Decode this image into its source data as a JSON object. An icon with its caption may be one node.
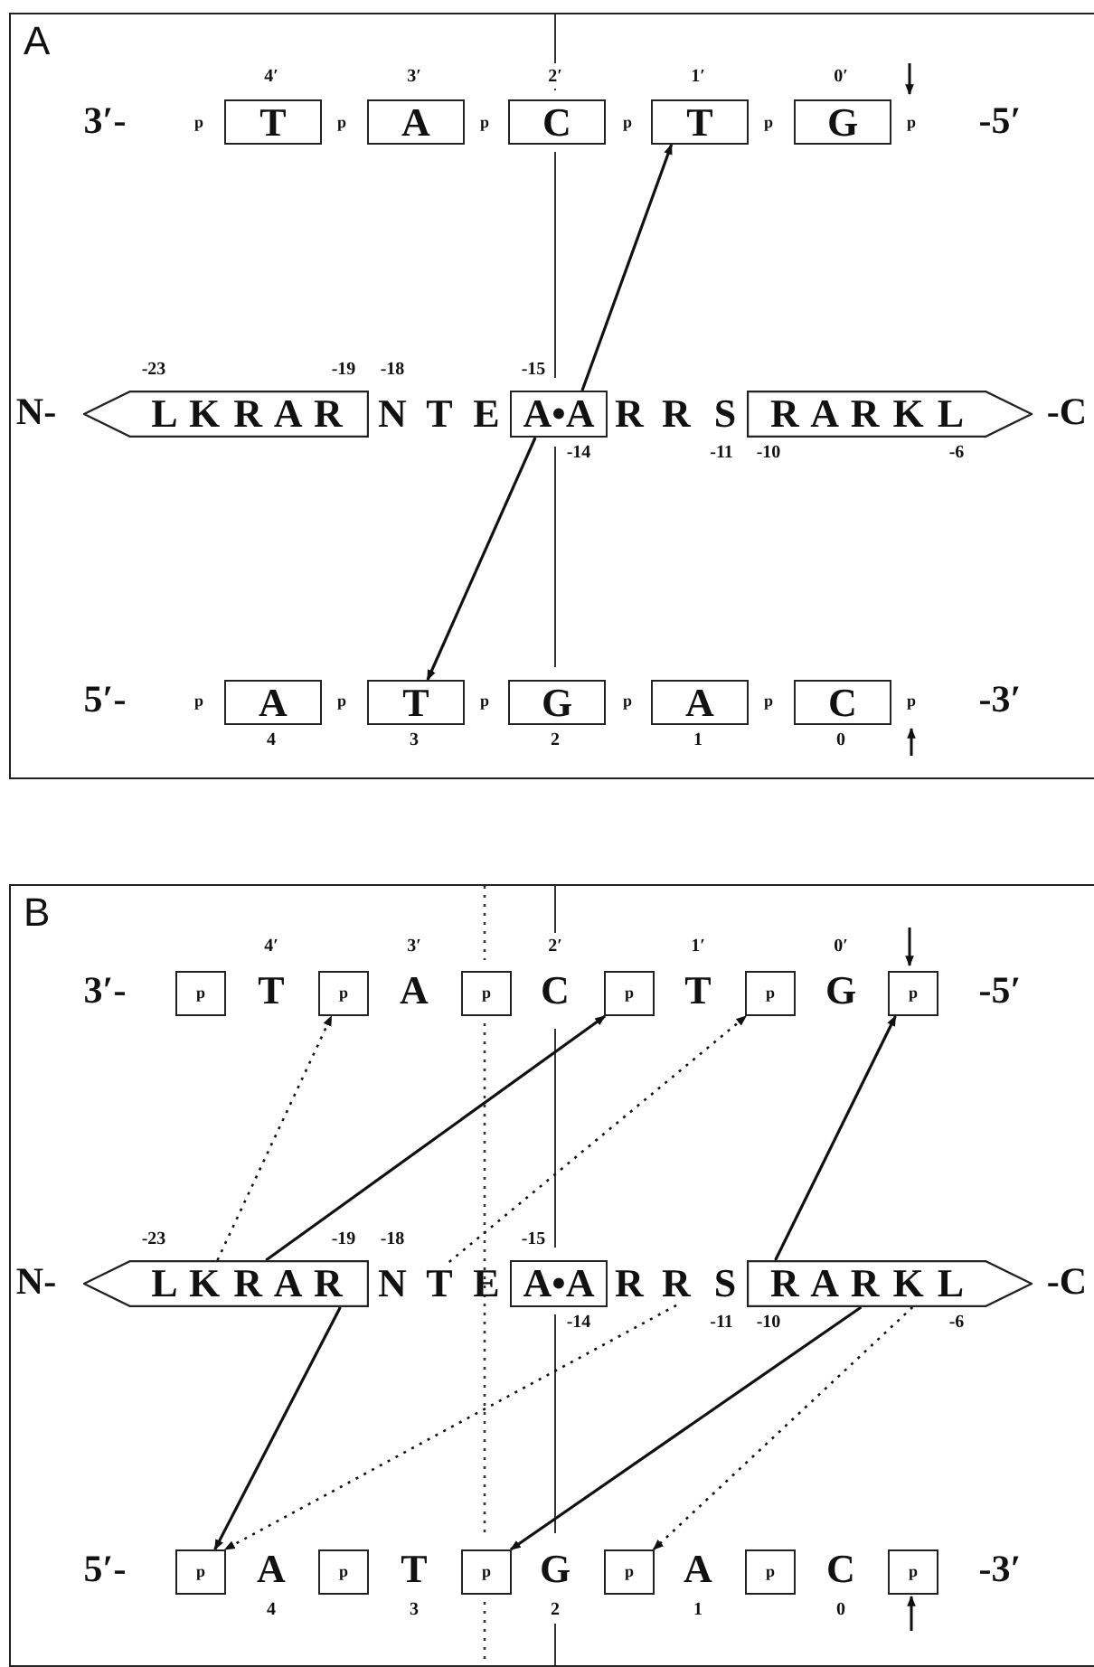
{
  "diagram": {
    "nodes": [
      {
        "text": [
          "A"
        ]
      },
      {
        "text": [
          "T"
        ],
        "in": 0
      },
      {
        "text": [
          "A"
        ],
        "in": 0
      },
      {
        "text": [
          "C"
        ],
        "in": 0
      },
      {
        "text": [
          "T"
        ],
        "in": 0
      },
      {
        "text": [
          "G"
        ],
        "in": 0
      },
      {
        "text": [
          "L K R A R"
        ],
        "in": 0
      },
      {
        "text": [
          "N"
        ],
        "in": 0
      },
      {
        "text": [
          "T"
        ],
        "in": 0
      },
      {
        "text": [
          "E"
        ],
        "in": 0
      },
      {
        "text": [
          "A•A"
        ],
        "in": 0
      },
      {
        "text": [
          "R"
        ],
        "in": 0
      },
      {
        "text": [
          "R"
        ],
        "in": 0
      },
      {
        "text": [
          "S"
        ],
        "in": 0
      },
      {
        "text": [
          "R A R K L"
        ],
        "in": 0
      },
      {
        "text": [
          "A"
        ],
        "in": 0
      },
      {
        "text": [
          "T"
        ],
        "in": 0
      },
      {
        "text": [
          "G"
        ],
        "in": 0
      },
      {
        "text": [
          "A"
        ],
        "in": 0
      },
      {
        "text": [
          "C"
        ],
        "in": 0
      },
      {
        "text": [
          "B"
        ]
      },
      {
        "text": [
          "p"
        ],
        "in": 20
      },
      {
        "text": [
          "p"
        ],
        "in": 20
      },
      {
        "text": [
          "p"
        ],
        "in": 20
      },
      {
        "text": [
          "p"
        ],
        "in": 20
      },
      {
        "text": [
          "p"
        ],
        "in": 20
      },
      {
        "text": [
          "p"
        ],
        "in": 20
      },
      {
        "text": [
          "L K R A R"
        ],
        "in": 20
      },
      {
        "text": [
          "N"
        ],
        "in": 20
      },
      {
        "text": [
          "T"
        ],
        "in": 20
      },
      {
        "text": [
          "E"
        ],
        "in": 20
      },
      {
        "text": [
          "A•A"
        ],
        "in": 20
      },
      {
        "text": [
          "R"
        ],
        "in": 20
      },
      {
        "text": [
          "R"
        ],
        "in": 20
      },
      {
        "text": [
          "S"
        ],
        "in": 20
      },
      {
        "text": [
          "R A R K L"
        ],
        "in": 20
      },
      {
        "text": [
          "p"
        ],
        "in": 20
      },
      {
        "text": [
          "p"
        ],
        "in": 20
      },
      {
        "text": [
          "p"
        ],
        "in": 20
      },
      {
        "text": [
          "p"
        ],
        "in": 20
      },
      {
        "text": [
          "p"
        ],
        "in": 20
      },
      {
        "text": [
          "p"
        ],
        "in": 20
      }
    ],
    "edges": [
      {
        "from": 10,
        "to": 4,
        "arrow": "to"
      },
      {
        "from": 10,
        "to": 16,
        "arrow": "to"
      },
      {
        "from": 27,
        "to": 22,
        "arrow": "to",
        "style": "dashed"
      },
      {
        "from": 27,
        "to": 24,
        "arrow": "to"
      },
      {
        "from": 29,
        "to": 25,
        "arrow": "to",
        "style": "dashed"
      },
      {
        "from": 35,
        "to": 26,
        "arrow": "to"
      },
      {
        "from": 27,
        "to": 36,
        "arrow": "to"
      },
      {
        "from": 33,
        "to": 36,
        "arrow": "to",
        "style": "dashed"
      },
      {
        "from": 35,
        "to": 38,
        "arrow": "to"
      },
      {
        "from": 35,
        "to": 39,
        "arrow": "to",
        "style": "dashed"
      }
    ],
    "labels": [
      "4′",
      "3′",
      "2′",
      "1′",
      "0′",
      "3′-",
      "p",
      "p",
      "p",
      "p",
      "p",
      "p",
      "-5′",
      "-23",
      "-19",
      "-18",
      "-15",
      "N-",
      "-C",
      "-14",
      "-11",
      "-10",
      "-6",
      "5′-",
      "p",
      "p",
      "p",
      "p",
      "p",
      "p",
      "-3′",
      "4",
      "3",
      "2",
      "1",
      "0",
      "4′",
      "3′",
      "2′",
      "1′",
      "0′",
      "3′-",
      "T",
      "A",
      "C",
      "T",
      "G",
      "-5′",
      "-23",
      "-19",
      "-18",
      "-15",
      "N-",
      "-C",
      "-14",
      "-11",
      "-10",
      "-6",
      "5′-",
      "A",
      "T",
      "G",
      "A",
      "C",
      "-3′",
      "4",
      "3",
      "2",
      "1",
      "0"
    ]
  }
}
